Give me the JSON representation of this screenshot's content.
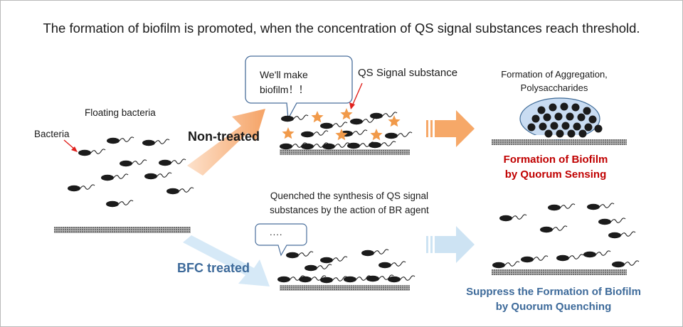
{
  "headline": "The formation of biofilm is promoted, when the concentration of QS signal substances reach threshold.",
  "labels": {
    "floating_bacteria": "Floating bacteria",
    "bacteria": "Bacteria",
    "non_treated": "Non-treated",
    "bfc_treated": "BFC treated",
    "speech_bubble": "We'll make\nbiofilm！！",
    "qs_signal": "QS Signal substance",
    "aggregation": "Formation of Aggregation,\nPolysaccharides",
    "biofilm_qs": "Formation of Biofilm\nby Quorum Sensing",
    "quenched": "Quenched the synthesis of QS signal\nsubstances by the action of BR agent",
    "thought_dots": "....",
    "suppress": "Suppress the Formation of Biofilm\nby Quorum Quenching"
  },
  "colors": {
    "bacteria": "#1b1b1b",
    "surface": "#8c8c8c",
    "star": "#f19a4a",
    "orange_arrow": "#f6a868",
    "blue_arrow": "#cde3f3",
    "biofilm_dome": "#c9dcf2",
    "biofilm_dome_border": "#3e6a96",
    "red_text": "#c00000",
    "blue_text": "#3d6a9a",
    "callout_border": "#4a6f9c"
  }
}
